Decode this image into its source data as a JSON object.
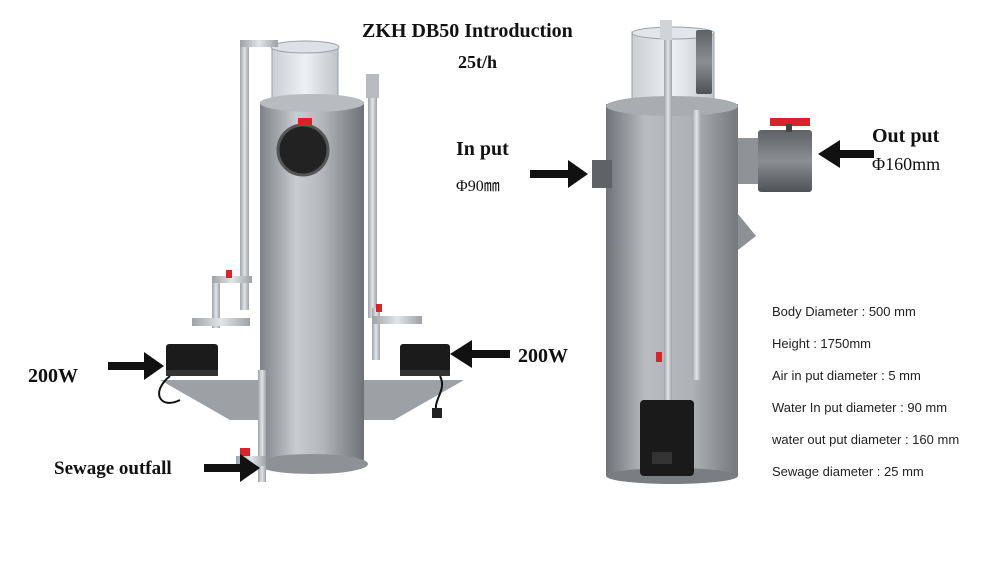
{
  "title": "ZKH DB50 Introduction",
  "subtitle": "25t/h",
  "labels": {
    "input_title": "In put",
    "input_size": "Φ90㎜",
    "output_title": "Out put",
    "output_size": "Φ160mm",
    "power_left": "200W",
    "power_right": "200W",
    "sewage": "Sewage outfall"
  },
  "specs": [
    "Body Diameter : 500 mm",
    "Height : 1750mm",
    "Air in put diameter : 5 mm",
    "Water In put diameter : 90 mm",
    "water out put diameter : 160 mm",
    "Sewage diameter : 25 mm"
  ],
  "colors": {
    "body_metal": "#a9acb0",
    "pipe": "#cfd2d6",
    "pump": "#1b1b1b",
    "valve_red": "#d8232a",
    "arrow": "#111111"
  }
}
